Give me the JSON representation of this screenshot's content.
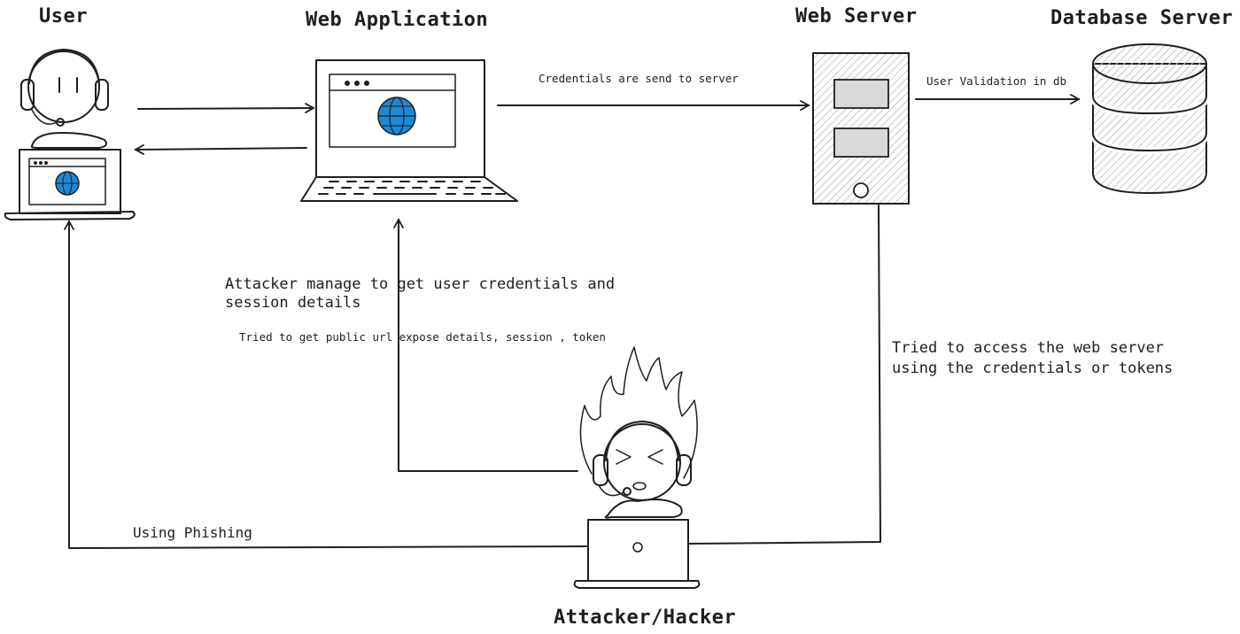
{
  "titles": {
    "user": "User",
    "web_application": "Web Application",
    "web_server": "Web Server",
    "database_server": "Database Server",
    "attacker": "Attacker/Hacker"
  },
  "edges": {
    "credentials_to_server": "Credentials are send to server",
    "user_validation": "User Validation in db",
    "attacker_credentials": "Attacker manage to get user credentials and",
    "attacker_credentials_line2": "session details",
    "public_url": "Tried to get public url expose details, session , token",
    "access_server_line1": "Tried to access the web server",
    "access_server_line2": "using the credentials or tokens",
    "phishing": "Using Phishing"
  },
  "icons": {
    "user_avatar": "headset-user-icon",
    "user_laptop": "laptop-globe-icon",
    "web_app_laptop": "laptop-globe-icon",
    "web_server": "server-device-icon",
    "database": "database-cylinder-icon",
    "attacker_avatar": "angry-hacker-icon",
    "attacker_laptop": "laptop-icon"
  },
  "colors": {
    "stroke": "#1e1e1e",
    "globe": "#1e88d8",
    "panel_fill": "#d9d9d9",
    "hatch": "#c8c8c8"
  }
}
